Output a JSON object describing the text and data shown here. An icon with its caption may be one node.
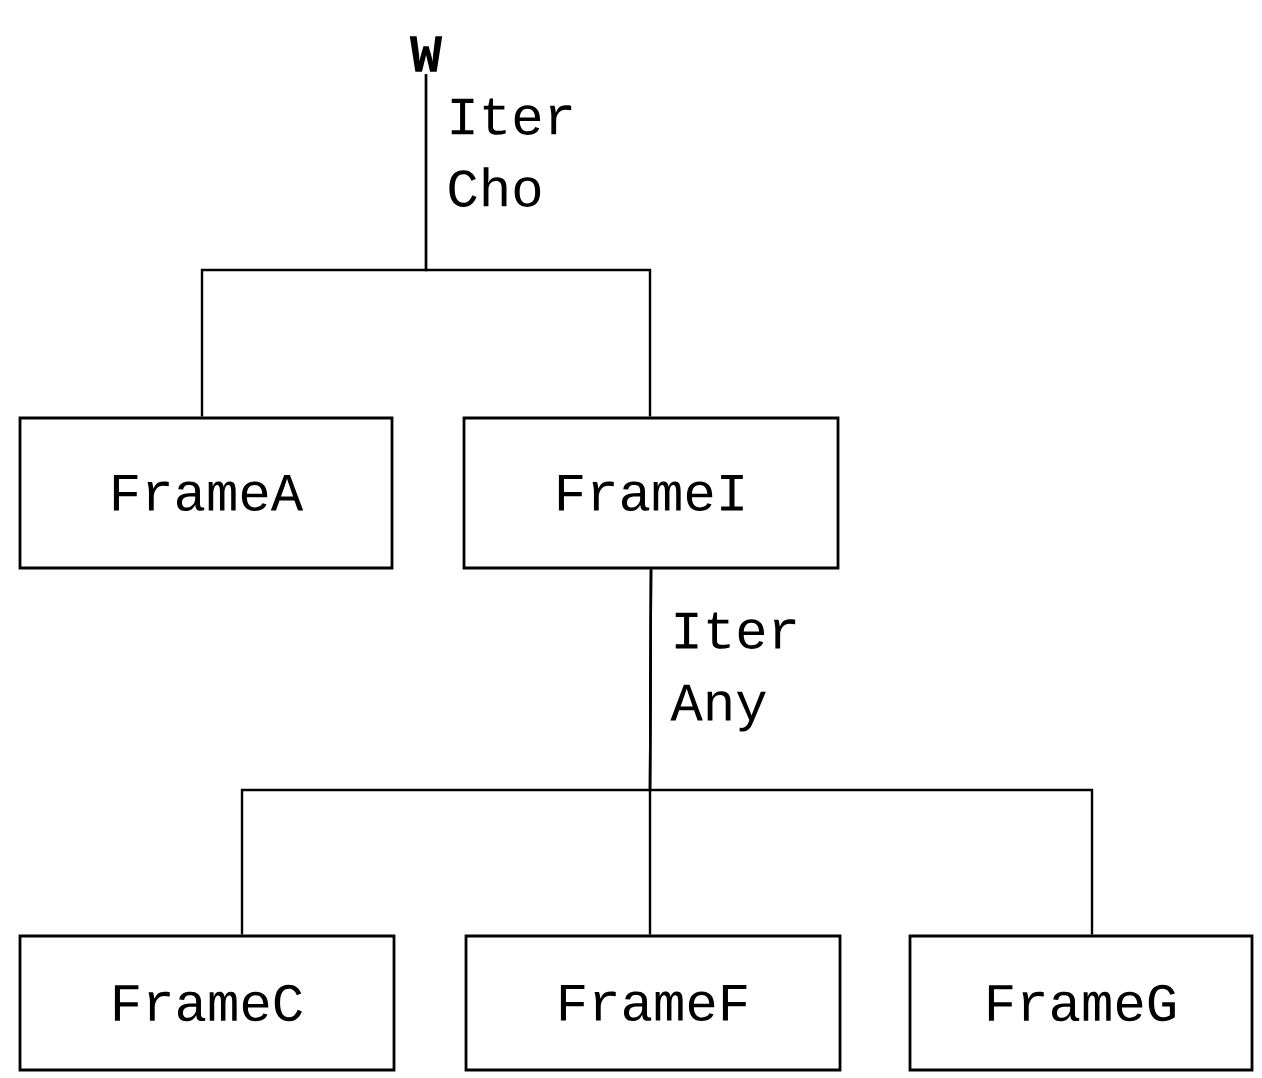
{
  "diagram": {
    "nodes": [
      {
        "text": [
          "W"
        ]
      },
      {
        "text": [
          "FrameA"
        ]
      },
      {
        "text": [
          "FrameI"
        ]
      },
      {
        "text": [
          "FrameC"
        ]
      },
      {
        "text": [
          "FrameF"
        ]
      },
      {
        "text": [
          "FrameG"
        ]
      }
    ],
    "edges": [
      {
        "from": 0,
        "to": 1,
        "arrow": "none",
        "label": "Iter Cho"
      },
      {
        "from": 0,
        "to": 2,
        "arrow": "none"
      },
      {
        "from": 2,
        "to": 3,
        "arrow": "none",
        "label": "Iter Any"
      },
      {
        "from": 2,
        "to": 4,
        "arrow": "none"
      },
      {
        "from": 2,
        "to": 5,
        "arrow": "none"
      }
    ]
  }
}
